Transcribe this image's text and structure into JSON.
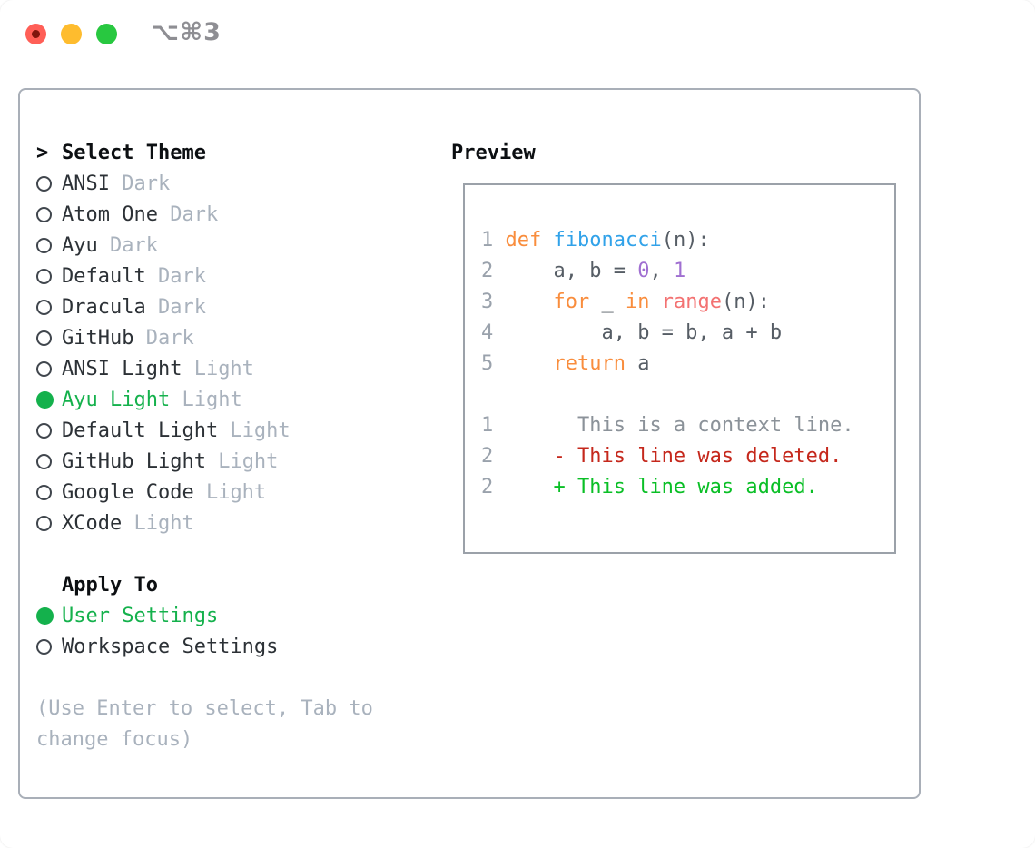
{
  "titlebar": {
    "shortcut": "⌥⌘3"
  },
  "theme_selector": {
    "prompt": ">",
    "title": "Select Theme",
    "items": [
      {
        "name": "ANSI",
        "variant": "Dark",
        "selected": false
      },
      {
        "name": "Atom One",
        "variant": "Dark",
        "selected": false
      },
      {
        "name": "Ayu",
        "variant": "Dark",
        "selected": false
      },
      {
        "name": "Default",
        "variant": "Dark",
        "selected": false
      },
      {
        "name": "Dracula",
        "variant": "Dark",
        "selected": false
      },
      {
        "name": "GitHub",
        "variant": "Dark",
        "selected": false
      },
      {
        "name": "ANSI Light",
        "variant": "Light",
        "selected": false
      },
      {
        "name": "Ayu Light",
        "variant": "Light",
        "selected": true
      },
      {
        "name": "Default Light",
        "variant": "Light",
        "selected": false
      },
      {
        "name": "GitHub Light",
        "variant": "Light",
        "selected": false
      },
      {
        "name": "Google Code",
        "variant": "Light",
        "selected": false
      },
      {
        "name": "XCode",
        "variant": "Light",
        "selected": false
      }
    ]
  },
  "apply_to": {
    "title": "Apply To",
    "options": [
      {
        "name": "User Settings",
        "selected": true
      },
      {
        "name": "Workspace Settings",
        "selected": false
      }
    ]
  },
  "hint": {
    "lines": [
      "(Use Enter to select, Tab to",
      "change focus)"
    ]
  },
  "preview": {
    "title": "Preview",
    "lines": [
      {
        "num": "1",
        "segments": [
          [
            "kw",
            "def"
          ],
          [
            "fg",
            " "
          ],
          [
            "fn",
            "fibonacci"
          ],
          [
            "fg",
            "(n):"
          ]
        ]
      },
      {
        "num": "2",
        "segments": [
          [
            "fg",
            "    a, b = "
          ],
          [
            "num",
            "0"
          ],
          [
            "fg",
            ", "
          ],
          [
            "num",
            "1"
          ]
        ]
      },
      {
        "num": "3",
        "segments": [
          [
            "fg",
            "    "
          ],
          [
            "kw",
            "for"
          ],
          [
            "fg",
            " _ "
          ],
          [
            "kw",
            "in"
          ],
          [
            "fg",
            " "
          ],
          [
            "call",
            "range"
          ],
          [
            "fg",
            "(n):"
          ]
        ]
      },
      {
        "num": "4",
        "segments": [
          [
            "fg",
            "        a, b = b, a + b"
          ]
        ]
      },
      {
        "num": "5",
        "segments": [
          [
            "fg",
            "    "
          ],
          [
            "kw",
            "return"
          ],
          [
            "fg",
            " a"
          ]
        ]
      },
      {
        "num": "",
        "segments": []
      },
      {
        "num": "1",
        "segments": [
          [
            "ctx",
            "      This is a context line."
          ]
        ]
      },
      {
        "num": "2",
        "segments": [
          [
            "del",
            "    - This line was deleted."
          ]
        ]
      },
      {
        "num": "2",
        "segments": [
          [
            "add",
            "    + This line was added."
          ]
        ]
      }
    ]
  },
  "colors": {
    "selected_green": "#14b14c",
    "item_text": "#2c3136",
    "dim_text": "#a9b2bd",
    "border": "#a9afb8",
    "line_number": "#9aa2ac",
    "code_fg": "#565d65",
    "keyword": "#f98d3d",
    "function": "#31a2e9",
    "number": "#a06fd1",
    "builtin": "#f37272",
    "context": "#8b9299",
    "deleted": "#c5281c",
    "added": "#0abf26"
  }
}
